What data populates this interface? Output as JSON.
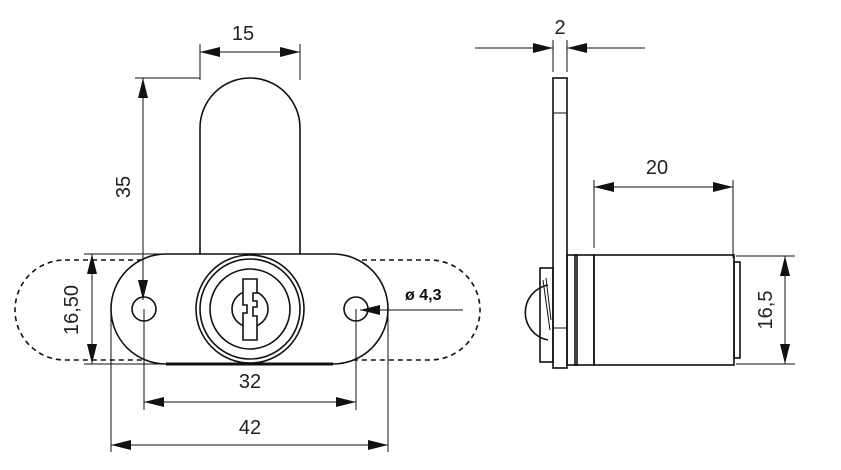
{
  "drawing": {
    "front_view": {
      "dimensions": {
        "cam_width": "15",
        "cam_height": "35",
        "plate_height": "16,50",
        "hole_spacing": "32",
        "plate_width": "42",
        "hole_diameter": "ø 4,3"
      }
    },
    "side_view": {
      "dimensions": {
        "cam_thickness": "2",
        "body_length": "20",
        "body_diameter": "16,5"
      }
    }
  }
}
